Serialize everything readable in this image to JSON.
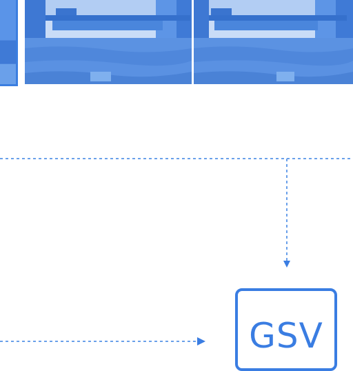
{
  "node": {
    "label": "GSV"
  },
  "colors": {
    "accent": "#3a7de2",
    "connector": "#6aa0ea",
    "image_tint": "#4f8be6"
  },
  "images": [
    {
      "name": "bridge-photo-cropped",
      "description_icon": "tower-bridge-image"
    },
    {
      "name": "bridge-photo-1",
      "description_icon": "tower-bridge-image"
    },
    {
      "name": "bridge-photo-2",
      "description_icon": "tower-bridge-image"
    }
  ]
}
